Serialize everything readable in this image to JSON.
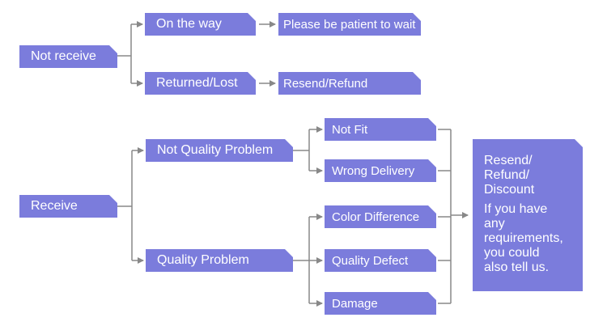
{
  "colors": {
    "box": "#7b7cdc",
    "text": "#ffffff",
    "line": "#888888"
  },
  "nodes": {
    "not_receive": "Not receive",
    "on_the_way": "On the way",
    "please_wait": "Please be patient to wait",
    "returned_lost": "Returned/Lost",
    "resend_refund": "Resend/Refund",
    "receive": "Receive",
    "not_quality_problem": "Not Quality Problem",
    "quality_problem": "Quality Problem",
    "not_fit": "Not Fit",
    "wrong_delivery": "Wrong Delivery",
    "color_difference": "Color Difference",
    "quality_defect": "Quality Defect",
    "damage": "Damage"
  },
  "outcome": {
    "line1": "Resend/",
    "line2": "Refund/",
    "line3": "Discount",
    "line4": "If you have",
    "line5": "any",
    "line6": "requirements,",
    "line7": "you could",
    "line8": "also tell us."
  }
}
